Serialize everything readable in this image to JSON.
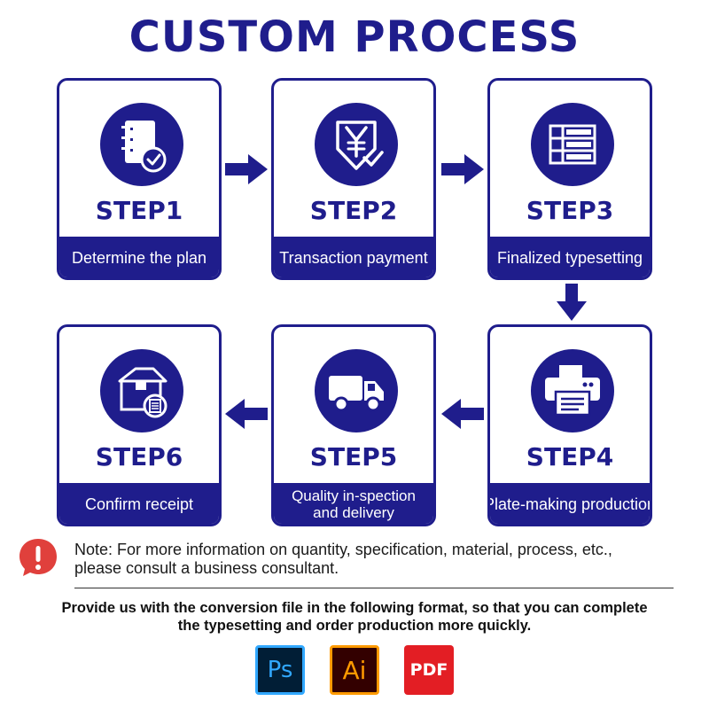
{
  "title": "CUSTOM PROCESS",
  "steps": [
    {
      "step": "STEP1",
      "label": "Determine the plan",
      "icon": "plan-check-icon"
    },
    {
      "step": "STEP2",
      "label": "Transaction payment",
      "icon": "yuan-payment-icon"
    },
    {
      "step": "STEP3",
      "label": "Finalized typesetting",
      "icon": "table-layout-icon"
    },
    {
      "step": "STEP4",
      "label": "Plate-making production",
      "icon": "printer-icon"
    },
    {
      "step": "STEP5",
      "label_line1": "Quality in-spection",
      "label_line2": "and delivery",
      "icon": "delivery-truck-icon"
    },
    {
      "step": "STEP6",
      "label": "Confirm receipt",
      "icon": "box-receipt-icon"
    }
  ],
  "note": {
    "line1": "Note: For more information on quantity, specification, material, process, etc.,",
    "line2": "please consult a business consultant.",
    "icon": "alert-icon"
  },
  "provide": {
    "line1": "Provide us with the conversion file in the following format, so that you can complete",
    "line2": "the typesetting and order production more quickly."
  },
  "formats": {
    "ps": "Ps",
    "ai": "Ai",
    "pdf": "PDF"
  },
  "colors": {
    "primary": "#1f1d8c",
    "alert": "#e0403c",
    "ps_bg": "#011e36",
    "ps_accent": "#31a8ff",
    "ai_bg": "#330000",
    "ai_accent": "#ff9a00",
    "pdf_bg": "#e31e24"
  }
}
